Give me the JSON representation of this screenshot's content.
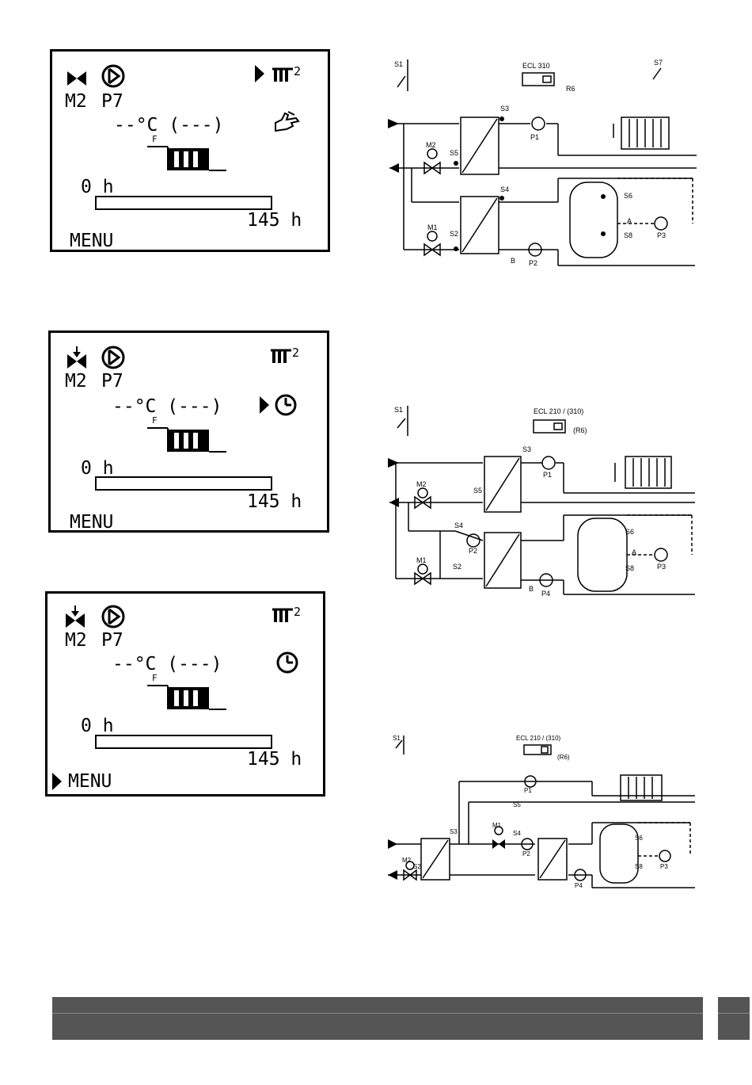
{
  "screens": [
    {
      "mixer_icon": "valve-icon",
      "pump_icon": "pump-icon",
      "circuit_icon": "radiator-icon",
      "mode_icon": "hand-icon",
      "labels": {
        "valve": "M2",
        "pump": "P7"
      },
      "temperature": "--°C (---)",
      "circuit_number": "2",
      "hours_start": "0 h",
      "hours_end": "145 h",
      "hours_fraction": 0,
      "menu": "MENU"
    },
    {
      "mixer_icon": "valve-open-icon",
      "pump_icon": "pump-icon",
      "circuit_icon": "radiator-icon",
      "mode_icon": "clock-icon",
      "labels": {
        "valve": "M2",
        "pump": "P7"
      },
      "temperature": "--°C (---)",
      "circuit_number": "2",
      "hours_start": "0 h",
      "hours_end": "145 h",
      "hours_fraction": 0,
      "menu": "MENU"
    },
    {
      "mixer_icon": "valve-open-icon",
      "pump_icon": "pump-icon",
      "circuit_icon": "radiator-icon",
      "mode_icon": "clock-icon",
      "labels": {
        "valve": "M2",
        "pump": "P7"
      },
      "temperature": "--°C (---)",
      "circuit_number": "2",
      "hours_start": "0 h",
      "hours_end": "145 h",
      "hours_fraction": 0,
      "menu": "MENU"
    }
  ],
  "diagrams": [
    {
      "controller": "ECL 310",
      "alarm": "R6",
      "sensors": [
        "S1",
        "S7",
        "S3",
        "S5",
        "S4",
        "S2",
        "S6",
        "S8"
      ],
      "valves": [
        "M2",
        "M1"
      ],
      "pumps": [
        "P1",
        "P2",
        "P3"
      ],
      "points": [
        "A",
        "B"
      ]
    },
    {
      "controller": "ECL 210 / (310)",
      "alarm": "(R6)",
      "sensors": [
        "S1",
        "S3",
        "S5",
        "S4",
        "S2",
        "S6",
        "S8"
      ],
      "valves": [
        "M2",
        "M1"
      ],
      "pumps": [
        "P1",
        "P2",
        "P3",
        "P4"
      ],
      "points": [
        "A",
        "B"
      ]
    },
    {
      "controller": "ECL 210 / (310)",
      "alarm": "(R6)",
      "sensors": [
        "S1",
        "S5",
        "S3",
        "S4",
        "S2",
        "S6",
        "S8"
      ],
      "valves": [
        "M1",
        "M2"
      ],
      "pumps": [
        "P1",
        "P2",
        "P3",
        "P4"
      ],
      "points": []
    }
  ]
}
